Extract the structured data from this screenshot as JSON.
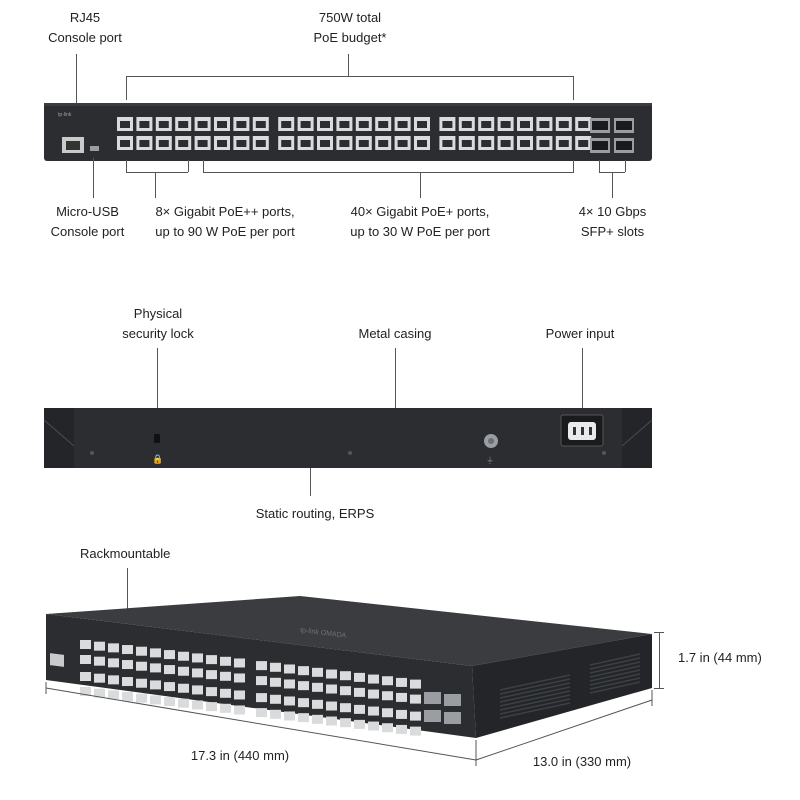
{
  "front": {
    "rj45_console": "RJ45\nConsole port",
    "poe_budget": "750W total\nPoE budget*",
    "micro_usb": "Micro-USB\nConsole port",
    "poe_plus_plus": "8× Gigabit PoE++ ports,\nup to 90 W PoE per port",
    "poe_plus": "40× Gigabit PoE+ ports,\nup to 30 W PoE per port",
    "sfp": "4× 10 Gbps\nSFP+ slots"
  },
  "rear": {
    "security_lock": "Physical\nsecurity lock",
    "metal_casing": "Metal casing",
    "power_input": "Power input",
    "static_routing": "Static routing, ERPS"
  },
  "iso": {
    "rackmountable": "Rackmountable",
    "height": "1.7 in (44 mm)",
    "width": "17.3 in (440 mm)",
    "depth": "13.0 in (330 mm)"
  },
  "colors": {
    "chassis": "#2b2d30",
    "chassis_top": "#3a3c40",
    "port": "#d9dbdd",
    "leader": "#555555"
  }
}
